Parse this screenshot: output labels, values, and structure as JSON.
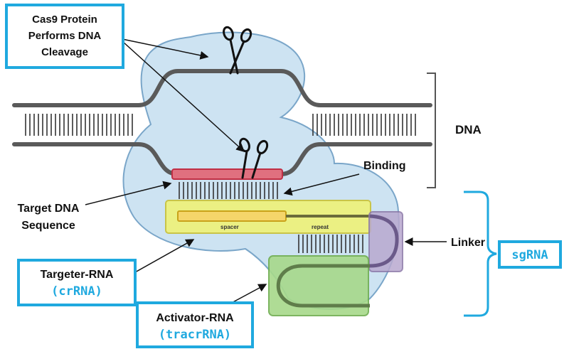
{
  "labels": {
    "cas9_line1": "Cas9 Protein",
    "cas9_line2": "Performs DNA",
    "cas9_line3": "Cleavage",
    "dna": "DNA",
    "binding": "Binding",
    "target_line1": "Target DNA",
    "target_line2": "Sequence",
    "spacer": "spacer",
    "repeat": "repeat",
    "linker": "Linker",
    "sgrna": "sgRNA",
    "targeter_line1": "Targeter-RNA",
    "targeter_line2": "(crRNA)",
    "activator_line1": "Activator-RNA",
    "activator_line2": "(tracrRNA)"
  },
  "colors": {
    "protein_fill": "#cde3f2",
    "protein_stroke": "#7aa6c9",
    "dna_strand": "#5a5a5a",
    "target_fill": "#e0707f",
    "target_stroke": "#c02f45",
    "crrna_fill": "#eef27a",
    "crrna_stroke": "#c9c23a",
    "spacer_fill": "#f5d56a",
    "spacer_stroke": "#c9a21a",
    "tracrrna_fill": "#a7d98a",
    "tracrrna_stroke": "#6fae50",
    "linker_fill": "#b9a9cf",
    "linker_stroke": "#8b78a8",
    "callout_border": "#1fa9df",
    "highlight_text": "#1fa9df"
  },
  "icons": [
    "scissors-icon",
    "scissors-icon"
  ]
}
